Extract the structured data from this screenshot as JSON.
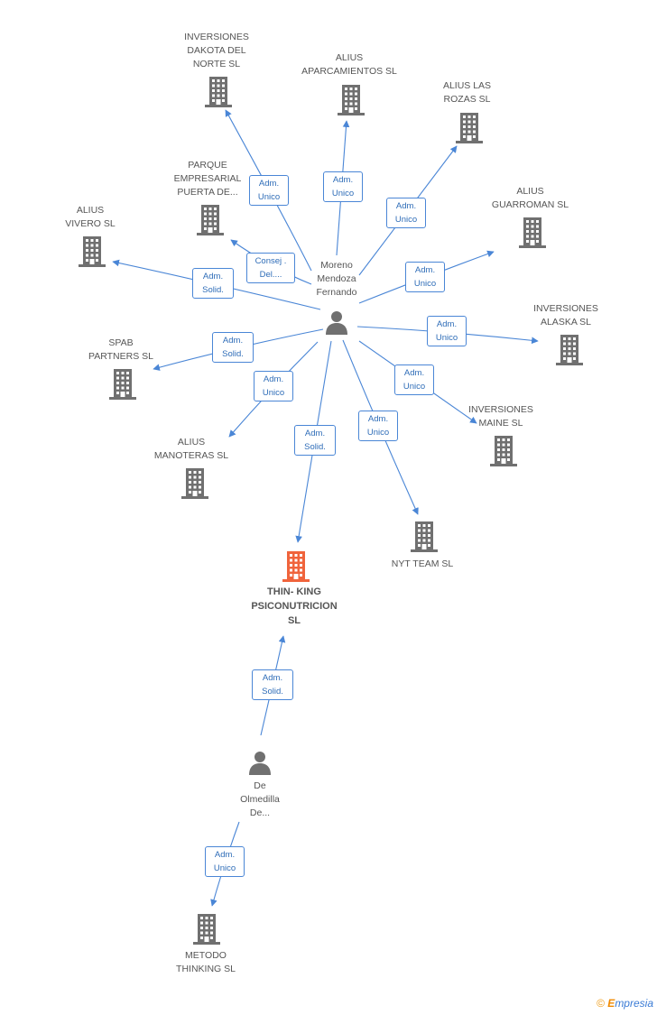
{
  "people": {
    "moreno": {
      "label": "Moreno\nMendoza\nFernando"
    },
    "olmedilla": {
      "label": "De\nOlmedilla\nDe..."
    }
  },
  "companies": {
    "dakota": "INVERSIONES\nDAKOTA DEL\nNORTE SL",
    "aparcamientos": "ALIUS\nAPARCAMIENTOS SL",
    "rozas": "ALIUS LAS\nROZAS SL",
    "parque": "PARQUE\nEMPRESARIAL\nPUERTA DE...",
    "vivero": "ALIUS\nVIVERO SL",
    "guarroman": "ALIUS\nGUARROMAN SL",
    "alaska": "INVERSIONES\nALASKA SL",
    "spab": "SPAB\nPARTNERS SL",
    "maine": "INVERSIONES\nMAINE SL",
    "manoteras": "ALIUS\nMANOTERAS SL",
    "nyt": "NYT TEAM SL",
    "thinking": "THIN- KING\nPSICONUTRICION\nSL",
    "metodo": "METODO\nTHINKING SL"
  },
  "roles": {
    "dakota": "Adm.\nUnico",
    "aparcamientos": "Adm.\nUnico",
    "rozas": "Adm.\nUnico",
    "parque": "Consej .\nDel....",
    "vivero": "Adm.\nSolid.",
    "guarroman": "Adm.\nUnico",
    "alaska": "Adm.\nUnico",
    "spab": "Adm.\nSolid.",
    "maine": "Adm.\nUnico",
    "manoteras": "Adm.\nUnico",
    "nyt": "Adm.\nUnico",
    "thinking_moreno": "Adm.\nSolid.",
    "thinking_olmedilla": "Adm.\nSolid.",
    "metodo": "Adm.\nUnico"
  },
  "colors": {
    "edge": "#4a86d6",
    "company_icon": "#707070",
    "focal_icon": "#f0643c",
    "person_icon": "#707070"
  },
  "brand": {
    "symbol": "©",
    "name": "mpresia",
    "initial": "E"
  }
}
